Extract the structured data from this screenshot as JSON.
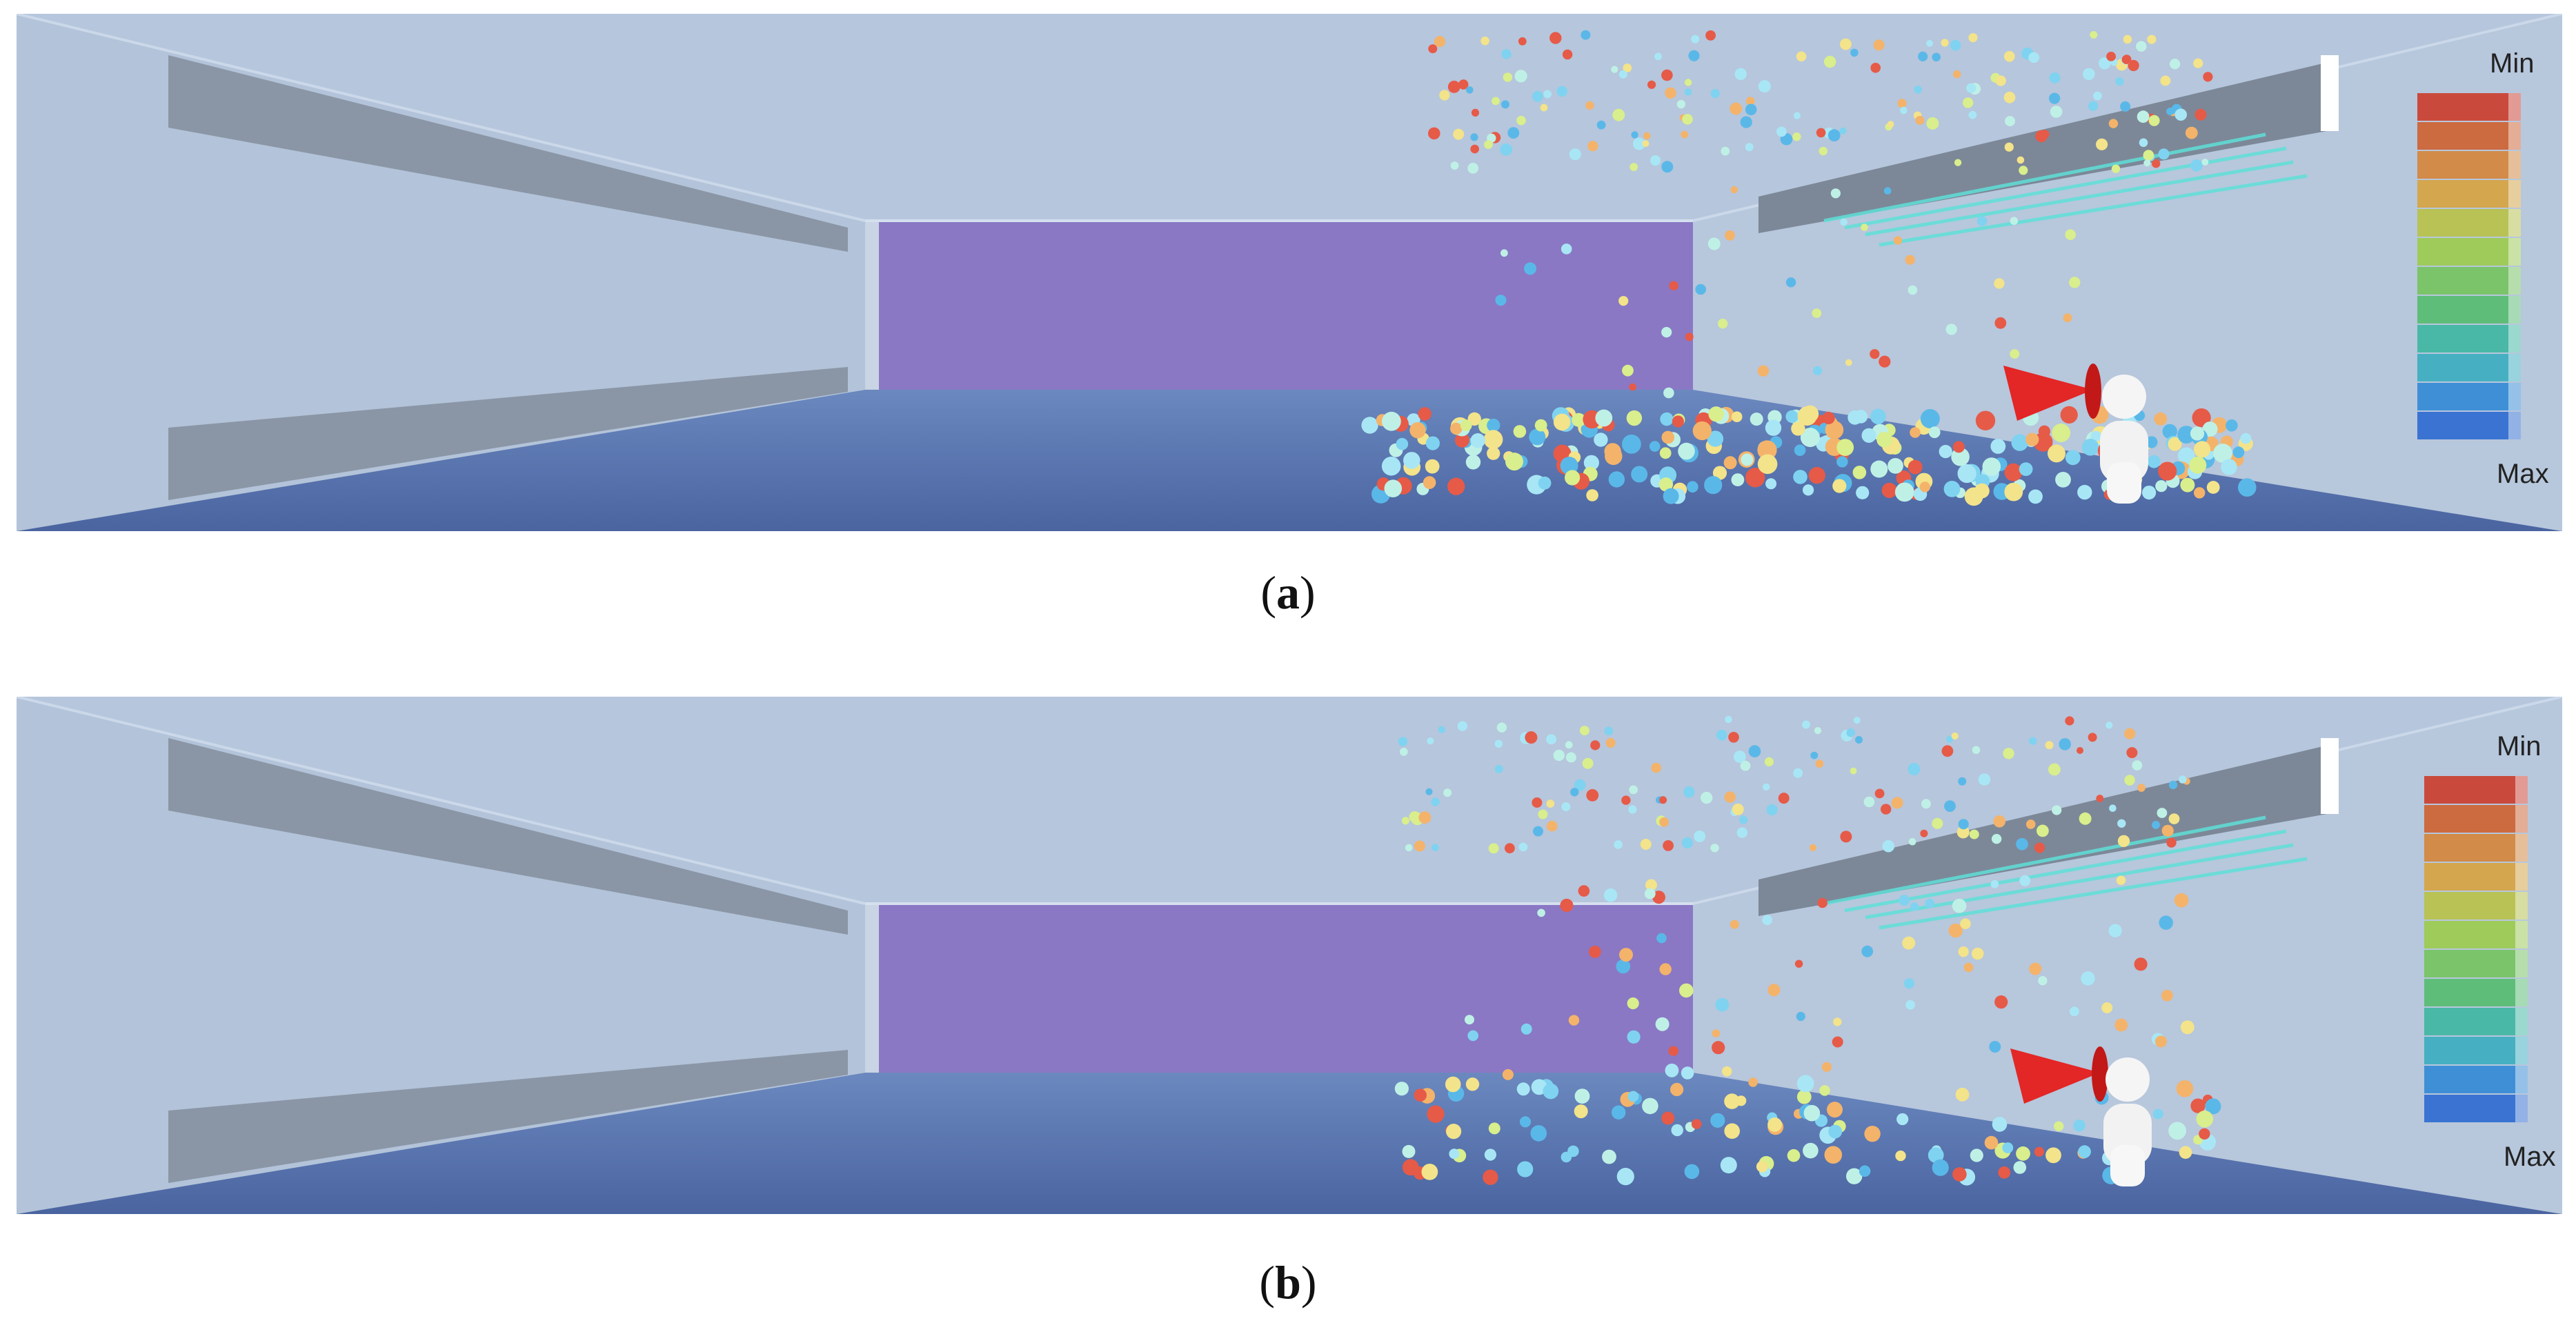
{
  "figure": {
    "panels": [
      {
        "id": "a",
        "caption_letter": "a",
        "legend": {
          "min_label": "Min",
          "max_label": "Max"
        },
        "particle_density": "high"
      },
      {
        "id": "b",
        "caption_letter": "b",
        "legend": {
          "min_label": "Min",
          "max_label": "Max"
        },
        "particle_density": "low"
      }
    ]
  },
  "colors": {
    "ceiling": "#b6c6dc",
    "wall": "#b9c9dd",
    "back_wall": "#8a78c4",
    "floor": "#4e6aa5",
    "vent": "#8a96a6",
    "cone": "#e32626",
    "person": "#f5f5f5",
    "legend_scale": [
      "#c94a3c",
      "#cc6a40",
      "#d28b48",
      "#d4a64e",
      "#b8c255",
      "#9fcb5b",
      "#7bc46a",
      "#5fbd7a",
      "#4ab8a6",
      "#46b0c2",
      "#3f8fd6",
      "#3a73d2"
    ]
  },
  "icons": {
    "speaker": "red-cone-icon",
    "person": "person-icon"
  }
}
